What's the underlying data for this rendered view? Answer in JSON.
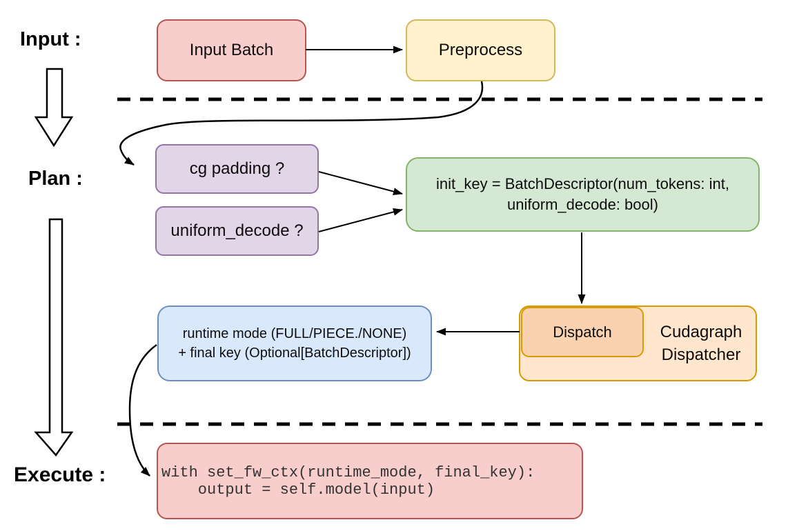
{
  "diagram": {
    "background": "#FFFFFF",
    "line_color": "#000000",
    "sections": {
      "input": "Input :",
      "plan": "Plan :",
      "execute": "Execute :"
    },
    "nodes": {
      "input_batch": {
        "label": "Input Batch",
        "fill": "#F8CECC",
        "stroke": "#B85450"
      },
      "preprocess": {
        "label": "Preprocess",
        "fill": "#FFF2CC",
        "stroke": "#D6B656"
      },
      "cg_padding": {
        "label": "cg padding ?",
        "fill": "#E1D5E7",
        "stroke": "#9673A6"
      },
      "uniform_decode": {
        "label": "uniform_decode ?",
        "fill": "#E1D5E7",
        "stroke": "#9673A6"
      },
      "init_key": {
        "line1": "init_key = BatchDescriptor(num_tokens: int,",
        "line2": "uniform_decode: bool)",
        "fill": "#D5E8D4",
        "stroke": "#82B366"
      },
      "dispatch": {
        "label": "Dispatch",
        "fill": "#FAD2B0",
        "stroke": "#D79B00"
      },
      "cudagraph_dispatcher": {
        "line1": "Cudagraph",
        "line2": "Dispatcher",
        "fill": "#FFE6CC",
        "stroke": "#D79B00"
      },
      "runtime_mode": {
        "line1": "runtime mode (FULL/PIECE./NONE)",
        "line2": "+ final key (Optional[BatchDescriptor])",
        "fill": "#DAE8FC",
        "stroke": "#6C8EBF"
      },
      "execute_code": {
        "line1": "with set_fw_ctx(runtime_mode, final_key):",
        "line2": "    output = self.model(input)",
        "fill": "#F8CECC",
        "stroke": "#B85450"
      }
    }
  }
}
